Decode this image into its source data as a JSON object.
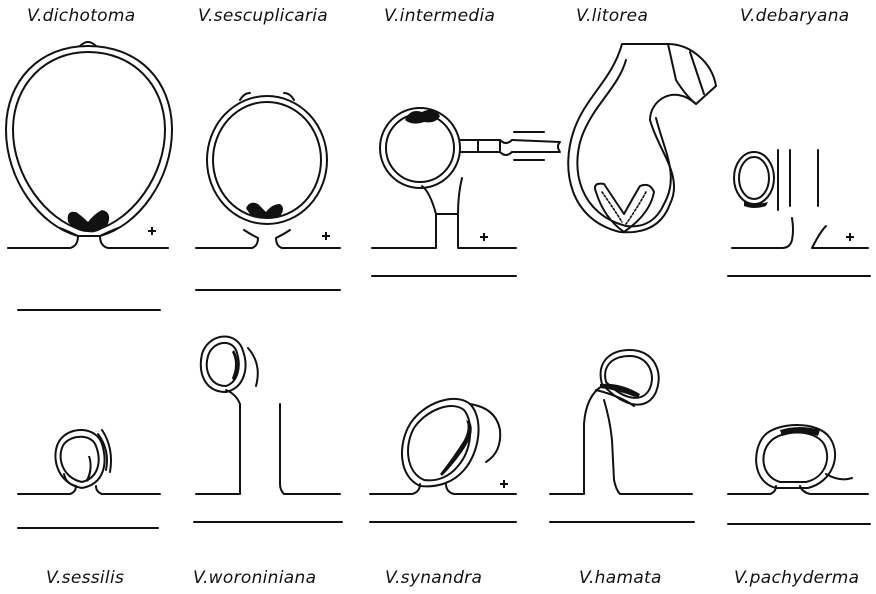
{
  "species_top": [
    "V.dichotoma",
    "V.sescuplicaria",
    "V.intermedia",
    "V.litorea",
    "V.debaryana"
  ],
  "species_bottom": [
    "V.sessilis",
    "V.woroniniana",
    "V.synandra",
    "V.hamata",
    "V.pachyderma"
  ]
}
